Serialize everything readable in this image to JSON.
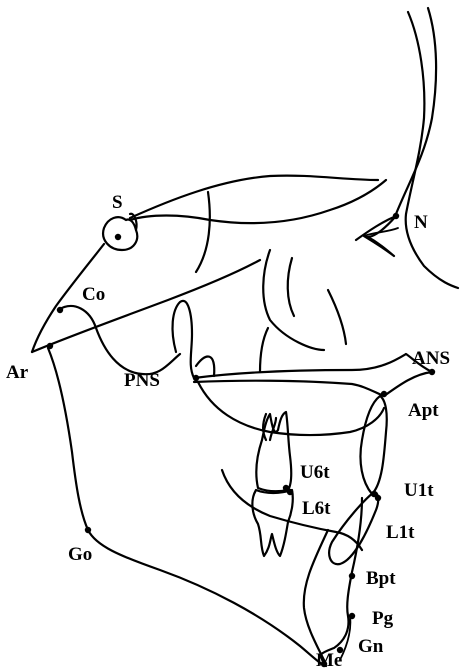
{
  "landmarks": {
    "S": "S",
    "N": "N",
    "Co": "Co",
    "Ar": "Ar",
    "PNS": "PNS",
    "ANS": "ANS",
    "Apt": "Apt",
    "U6t": "U6t",
    "L6t": "L6t",
    "U1t": "U1t",
    "L1t": "L1t",
    "Go": "Go",
    "Bpt": "Bpt",
    "Pg": "Pg",
    "Gn": "Gn",
    "Me": "Me"
  },
  "colors": {
    "stroke": "#000000",
    "background": "#ffffff"
  }
}
